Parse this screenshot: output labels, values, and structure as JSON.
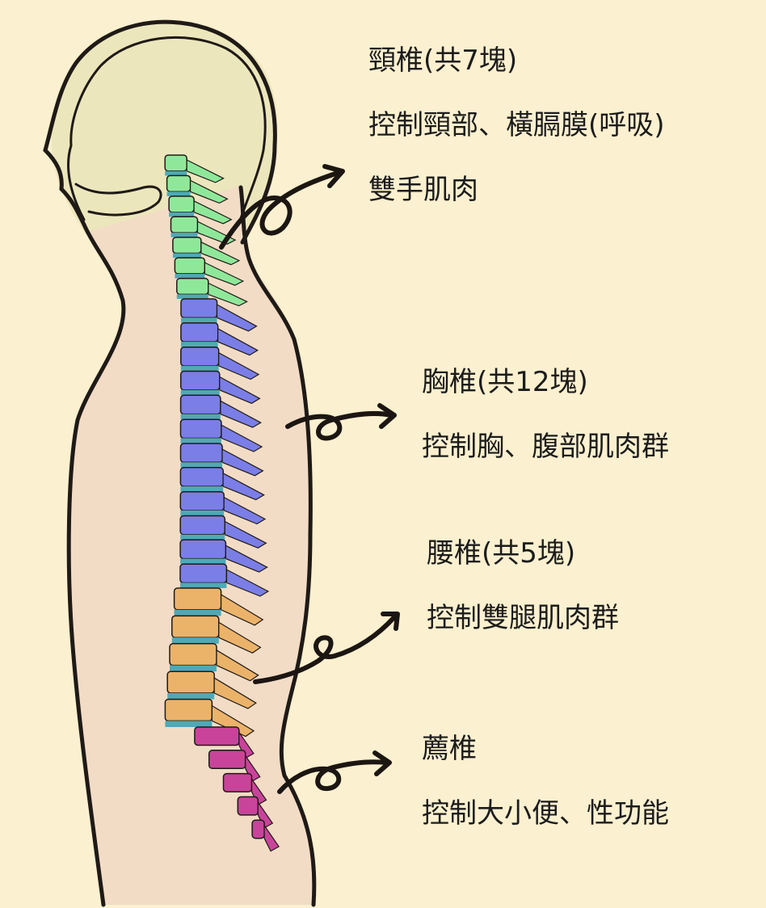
{
  "diagram": {
    "regions": [
      {
        "id": "cervical",
        "name": "頸椎(共7塊)",
        "lines": [
          "控制頸部、橫膈膜(呼吸)",
          "雙手肌肉"
        ],
        "color": "#8fe89a",
        "vertebrae": 7
      },
      {
        "id": "thoracic",
        "name": "胸椎(共12塊)",
        "lines": [
          "控制胸、腹部肌肉群"
        ],
        "color": "#7b7ee6",
        "vertebrae": 12
      },
      {
        "id": "lumbar",
        "name": "腰椎(共5塊)",
        "lines": [
          "控制雙腿肌肉群"
        ],
        "color": "#ebb36a",
        "vertebrae": 5
      },
      {
        "id": "sacral",
        "name": "薦椎",
        "lines": [
          "控制大小便、性功能"
        ],
        "color": "#c8449a",
        "vertebrae": 5
      }
    ],
    "colors": {
      "background": "#fbf0cf",
      "body": "#f2dcc6",
      "head": "#ece6bc",
      "outline": "#1f1a16",
      "disc": "#4fa9b5",
      "arrow": "#1c1612"
    }
  }
}
